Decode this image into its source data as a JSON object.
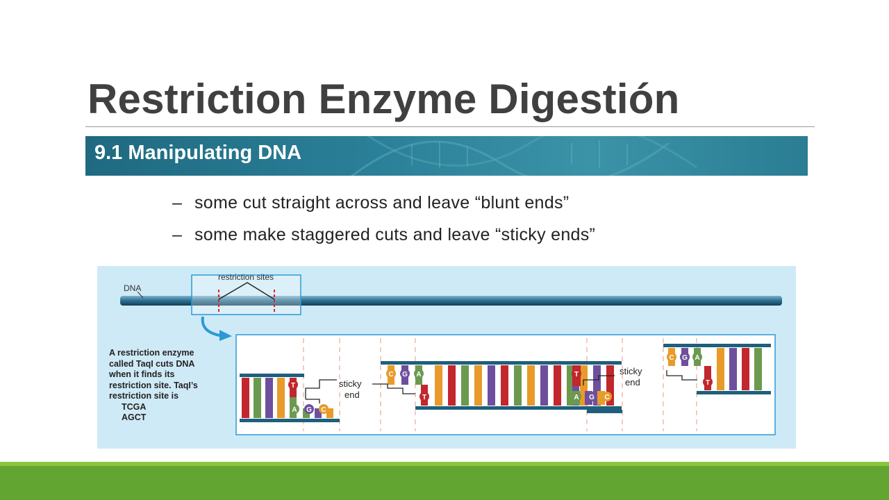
{
  "slide": {
    "title": "Restriction Enzyme Digestión",
    "banner": "9.1 Manipulating DNA",
    "bullets": [
      {
        "dash": "–",
        "text": "some cut straight across and leave “blunt ends”"
      },
      {
        "dash": "–",
        "text": "some make staggered cuts and leave “sticky ends”"
      }
    ]
  },
  "figure": {
    "dna_label": "DNA",
    "sites_label": "restriction sites",
    "caption_lines": [
      "A restriction enzyme",
      "called TaqI cuts DNA",
      "when it finds its",
      "restriction site. TaqI’s",
      "restriction site is"
    ],
    "site_top": "TCGA",
    "site_bottom": "AGCT",
    "sticky_end_left": [
      "sticky",
      "end"
    ],
    "sticky_end_right": [
      "sticky",
      "end"
    ],
    "bases": {
      "t": "T",
      "a": "A",
      "g": "G",
      "c": "C"
    }
  },
  "colors": {
    "title": "#404040",
    "banner": "#2a8098",
    "figure_bg": "#cfeaf7",
    "backbone": "#1d5f7c",
    "base_red": "#c1272d",
    "base_orange": "#e89b2a",
    "base_purple": "#6e4f9e",
    "base_green": "#6b9a4f",
    "footer": "#62a531"
  }
}
